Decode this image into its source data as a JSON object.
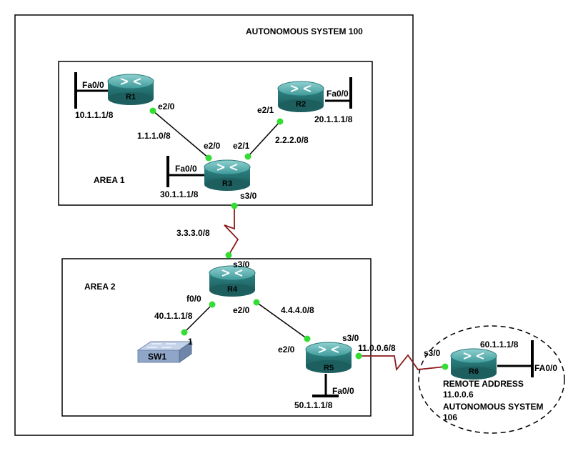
{
  "as_title": "AUTONOMOUS SYSTEM 100",
  "areas": {
    "area1": "AREA 1",
    "area2": "AREA 2"
  },
  "routers": {
    "r1": "R1",
    "r2": "R2",
    "r3": "R3",
    "r4": "R4",
    "r5": "R5",
    "r6": "R6"
  },
  "switch": {
    "label": "SW1",
    "port": "1"
  },
  "interfaces": {
    "r1_fa00": "Fa0/0",
    "r1_e20": "e2/0",
    "r2_fa00": "Fa0/0",
    "r2_e21": "e2/1",
    "r3_e20": "e2/0",
    "r3_e21": "e2/1",
    "r3_fa00": "Fa0/0",
    "r3_s30": "s3/0",
    "r4_s30": "s3/0",
    "r4_f00": "f0/0",
    "r4_e20": "e2/0",
    "r5_e20": "e2/0",
    "r5_s30": "s3/0",
    "r5_fa00": "Fa0/0",
    "r6_s30": "s3/0",
    "r6_fa00": "FA0/0"
  },
  "networks": {
    "r1_lan": "10.1.1.1/8",
    "r2_lan": "20.1.1.1/8",
    "r3_lan": "30.1.1.1/8",
    "r1_r3": "1.1.1.0/8",
    "r2_r3": "2.2.2.0/8",
    "r3_r4": "3.3.3.0/8",
    "r4_sw": "40.1.1.1/8",
    "r4_r5": "4.4.4.0/8",
    "r5_r6": "11.0.0.6/8",
    "r5_lan": "50.1.1.1/8",
    "r6_lan": "60.1.1.1/8"
  },
  "remote": {
    "line1": "REMOTE ADDRESS",
    "line2": "11.0.0.6",
    "line3": "AUTONOMOUS SYSTEM",
    "line4": "106"
  },
  "colors": {
    "router_body": "#2e8b8b",
    "router_top": "#5fb3b3",
    "link": "#000000",
    "serial_link": "#8b1a1a",
    "port_dot": "#33dd33",
    "switch_body": "#8fa6c8"
  }
}
